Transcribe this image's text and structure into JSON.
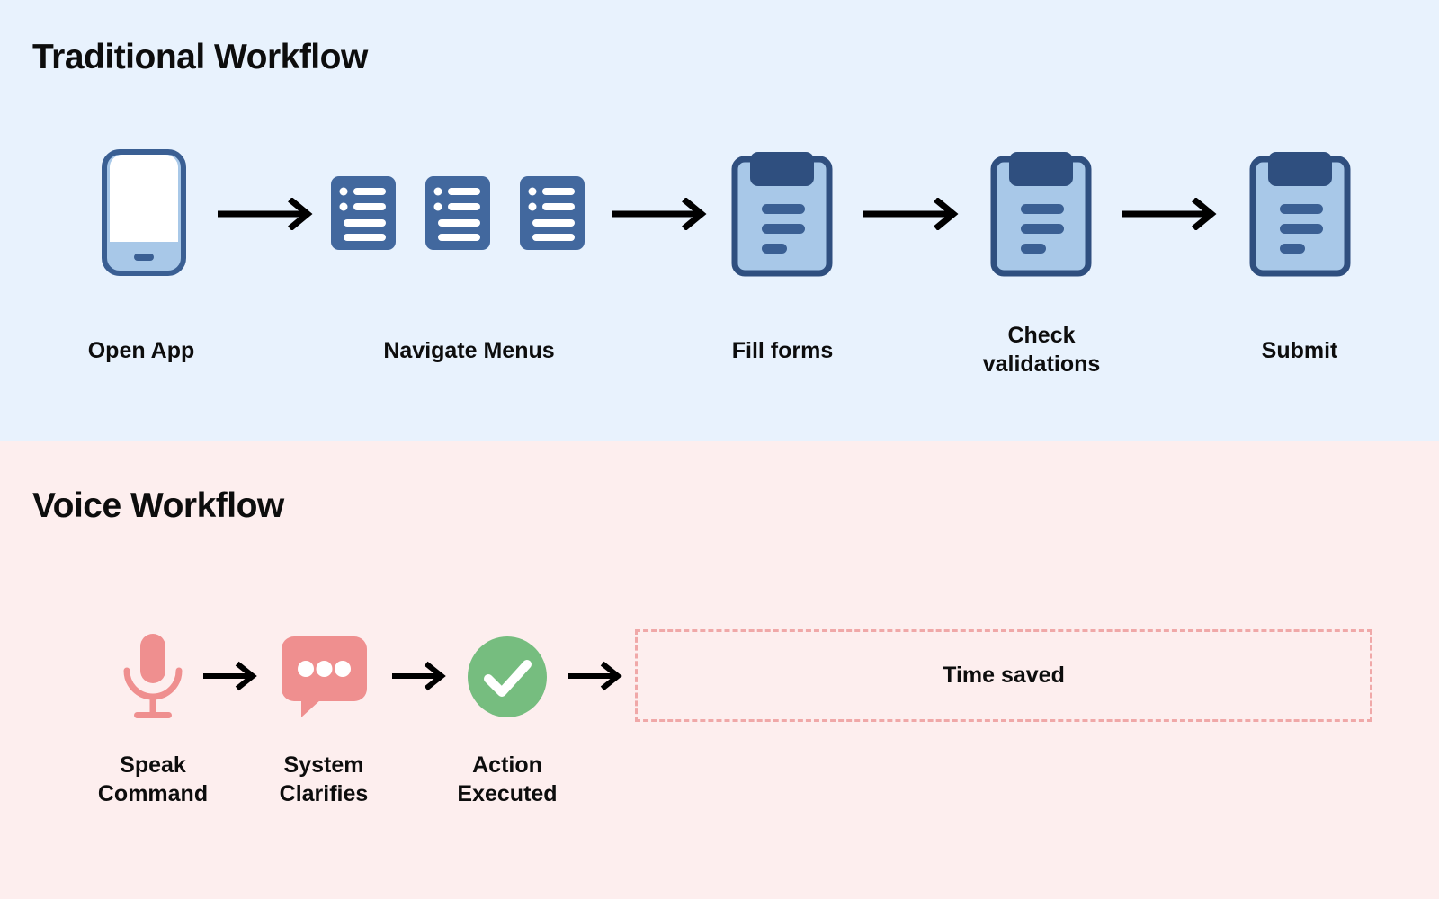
{
  "colors": {
    "band_traditional_bg": "#e8f2fd",
    "band_voice_bg": "#fdeeee",
    "icon_blue_dark": "#2f4f7f",
    "icon_blue_mid": "#42689e",
    "icon_blue_light": "#a8c8e8",
    "icon_pink": "#ef8f8f",
    "icon_green": "#76bd7f",
    "arrow_black": "#000000",
    "dashed_border": "#f0a8a8",
    "text": "#0d0d0d"
  },
  "traditional": {
    "title": "Traditional Workflow",
    "steps": [
      {
        "label": "Open App",
        "icon": "phone-icon"
      },
      {
        "label": "Navigate Menus",
        "icon": "menu-list-icon"
      },
      {
        "label": "Fill forms",
        "icon": "clipboard-icon"
      },
      {
        "label": "Check\nvalidations",
        "icon": "clipboard-icon"
      },
      {
        "label": "Submit",
        "icon": "clipboard-icon"
      }
    ],
    "arrow_count": 4
  },
  "voice": {
    "title": "Voice Workflow",
    "steps": [
      {
        "label": "Speak\nCommand",
        "icon": "microphone-icon"
      },
      {
        "label": "System\nClarifies",
        "icon": "speech-bubble-icon"
      },
      {
        "label": "Action\nExecuted",
        "icon": "check-circle-icon"
      }
    ],
    "arrow_count": 3,
    "time_saved_label": "Time saved"
  }
}
